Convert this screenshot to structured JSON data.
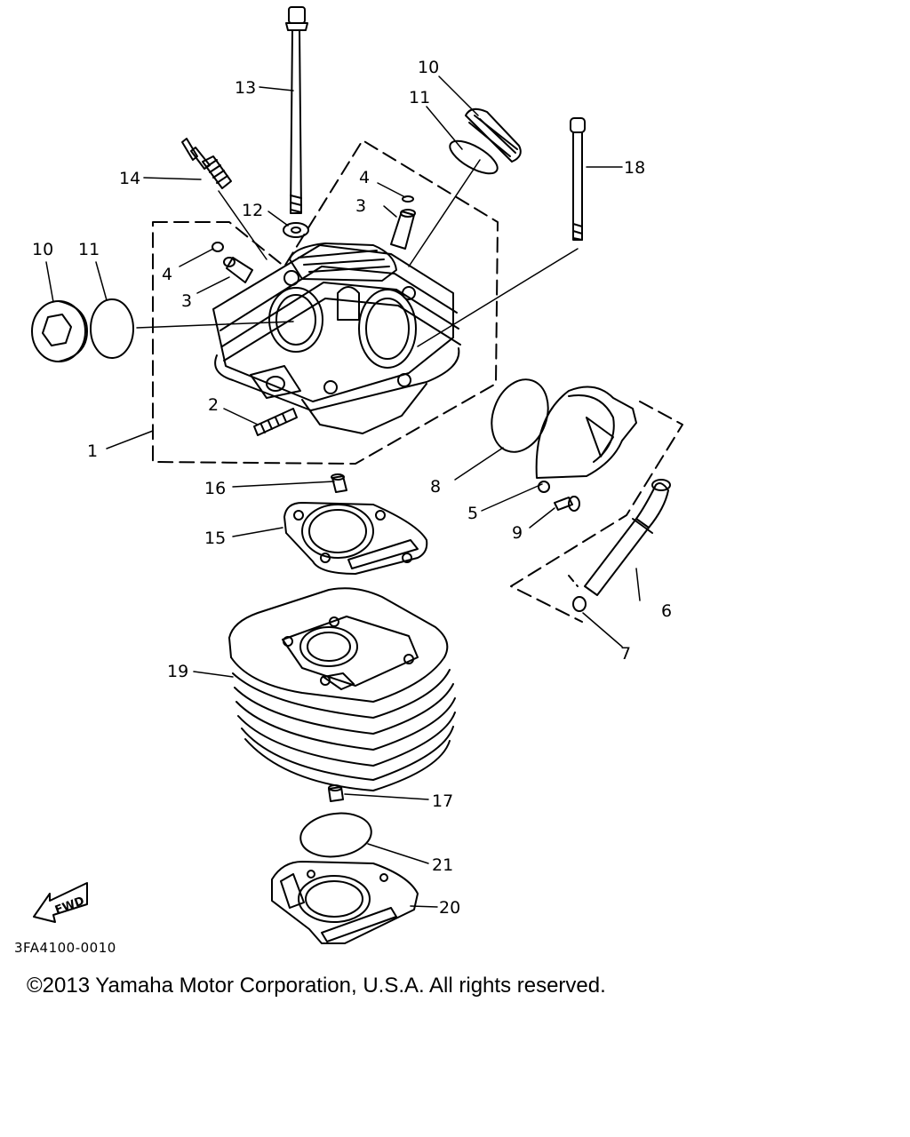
{
  "diagram": {
    "labels": {
      "l1": "1",
      "l2": "2",
      "l3a": "3",
      "l3b": "3",
      "l4a": "4",
      "l4b": "4",
      "l5": "5",
      "l6": "6",
      "l7": "7",
      "l8": "8",
      "l9": "9",
      "l10a": "10",
      "l10b": "10",
      "l11a": "11",
      "l11b": "11",
      "l12": "12",
      "l13": "13",
      "l14": "14",
      "l15": "15",
      "l16": "16",
      "l17": "17",
      "l18": "18",
      "l19": "19",
      "l20": "20",
      "l21": "21"
    },
    "fwd_label": "FWD",
    "drawing_code": "3FA4100-0010"
  },
  "copyright": "©2013 Yamaha Motor Corporation, U.S.A. All rights reserved."
}
